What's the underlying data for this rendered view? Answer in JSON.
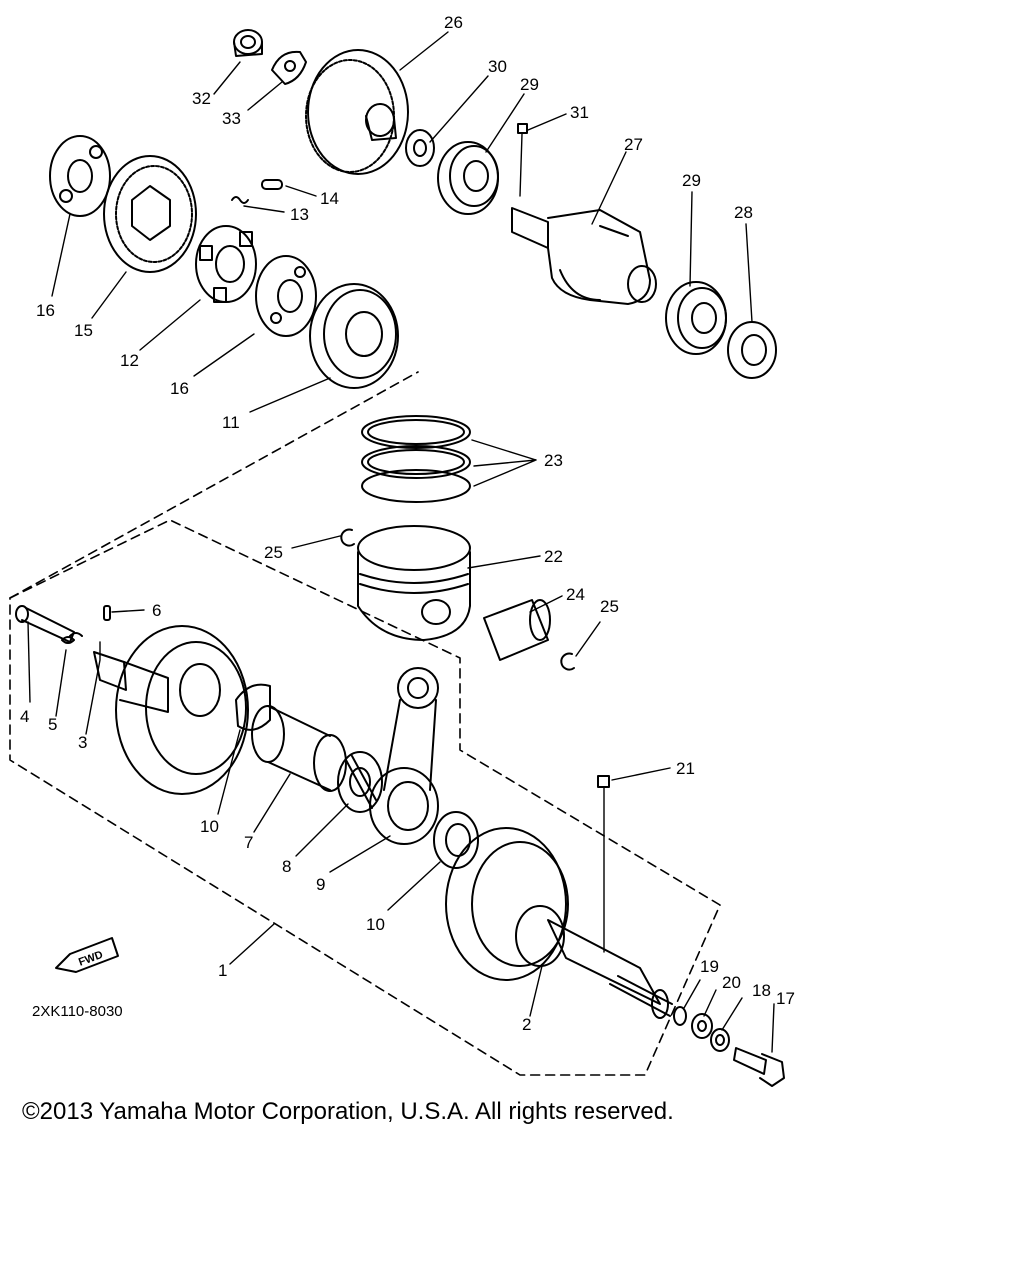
{
  "diagram": {
    "part_code": "2XK110-8030",
    "fwd_label": "FWD",
    "copyright": "©2013 Yamaha Motor Corporation, U.S.A. All rights reserved.",
    "callouts": {
      "c1": "1",
      "c2": "2",
      "c3": "3",
      "c4": "4",
      "c5": "5",
      "c6": "6",
      "c7": "7",
      "c8": "8",
      "c9": "9",
      "c10a": "10",
      "c10b": "10",
      "c11": "11",
      "c12": "12",
      "c13": "13",
      "c14": "14",
      "c15": "15",
      "c16a": "16",
      "c16b": "16",
      "c17": "17",
      "c18": "18",
      "c19": "19",
      "c20": "20",
      "c21": "21",
      "c22": "22",
      "c23": "23",
      "c24": "24",
      "c25a": "25",
      "c25b": "25",
      "c26": "26",
      "c27": "27",
      "c28": "28",
      "c29a": "29",
      "c29b": "29",
      "c30": "30",
      "c31": "31",
      "c32": "32",
      "c33": "33"
    }
  }
}
